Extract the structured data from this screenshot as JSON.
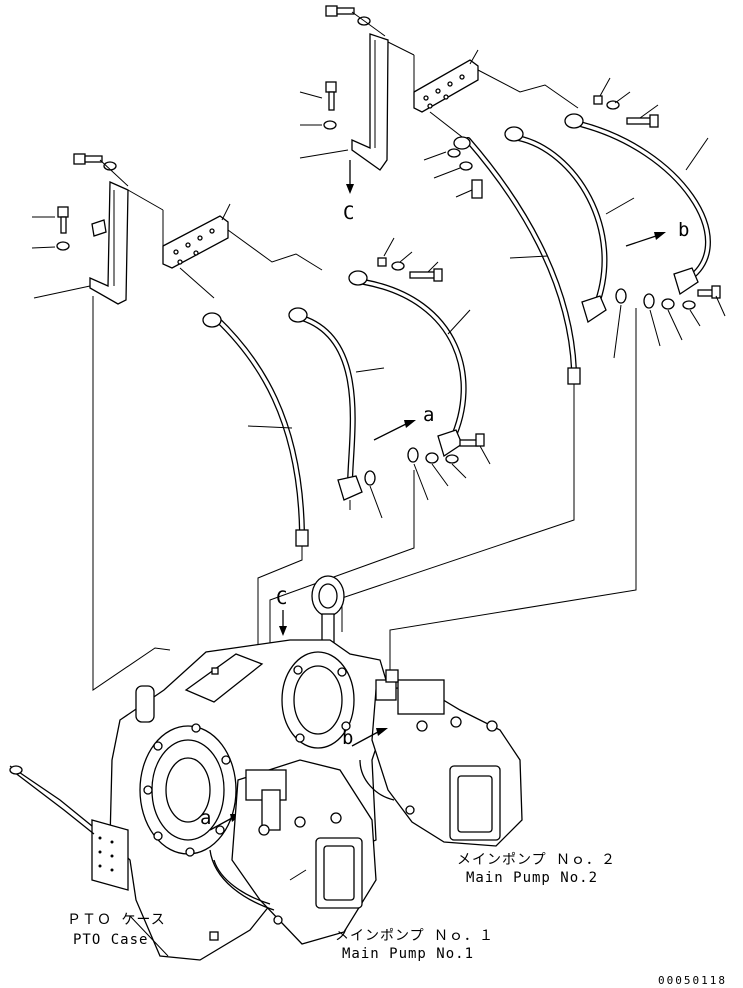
{
  "callouts": {
    "c": "C",
    "a": "a",
    "b": "b"
  },
  "labels": {
    "pto_case_jp": "ＰＴＯ ケース",
    "pto_case_en": "PTO Case",
    "main_pump_1_jp": "メインポンプ Ｎｏ．１",
    "main_pump_1_en": "Main Pump No.1",
    "main_pump_2_jp": "メインポンプ Ｎｏ．２",
    "main_pump_2_en": "Main Pump No.2"
  },
  "drawing_number": "00050118"
}
